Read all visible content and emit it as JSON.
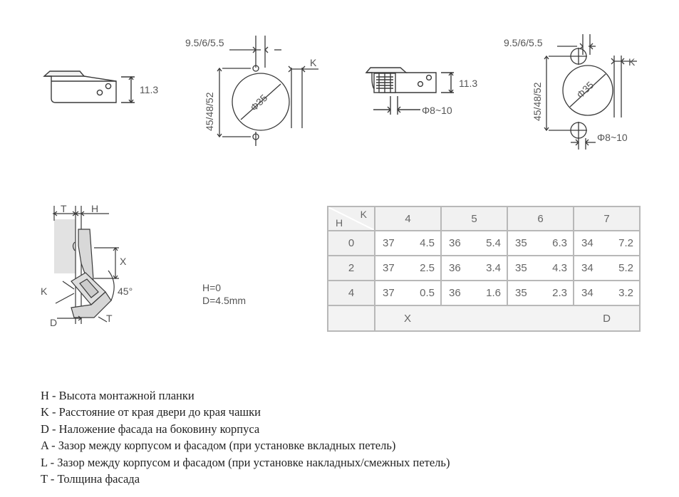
{
  "dims": {
    "plate_height": "11.3",
    "offset": "9.5/6/5.5",
    "k": "K",
    "cup_dia": "Φ35",
    "height_range": "45/48/52",
    "dowel_dia": "Φ8~10"
  },
  "side_view": {
    "t": "T",
    "h": "H",
    "x": "X",
    "k": "K",
    "d": "D",
    "angle": "45°",
    "t_bottom": "T"
  },
  "note": {
    "line1": "H=0",
    "line2": "D=4.5mm"
  },
  "table": {
    "corner_k": "K",
    "corner_h": "H",
    "k_values": [
      "4",
      "5",
      "6",
      "7"
    ],
    "rows": [
      {
        "h": "0",
        "pairs": [
          [
            "37",
            "4.5"
          ],
          [
            "36",
            "5.4"
          ],
          [
            "35",
            "6.3"
          ],
          [
            "34",
            "7.2"
          ]
        ]
      },
      {
        "h": "2",
        "pairs": [
          [
            "37",
            "2.5"
          ],
          [
            "36",
            "3.4"
          ],
          [
            "35",
            "4.3"
          ],
          [
            "34",
            "5.2"
          ]
        ]
      },
      {
        "h": "4",
        "pairs": [
          [
            "37",
            "0.5"
          ],
          [
            "36",
            "1.6"
          ],
          [
            "35",
            "2.3"
          ],
          [
            "34",
            "3.2"
          ]
        ]
      }
    ],
    "footer_x": "X",
    "footer_d": "D"
  },
  "legend": [
    "H  - Высота монтажной планки",
    "K  - Расстояние от края двери до края чашки",
    "D  - Наложение фасада на боковину корпуса",
    "A  - Зазор между корпусом и фасадом (при установке вкладных петель)",
    "L  - Зазор между корпусом и фасадом (при установке накладных/смежных петель)",
    "T  - Толщина фасада"
  ],
  "colors": {
    "line": "#3a3a3a",
    "grid": "#b8b8b8",
    "panel": "#e2e2e2",
    "text": "#555555"
  }
}
